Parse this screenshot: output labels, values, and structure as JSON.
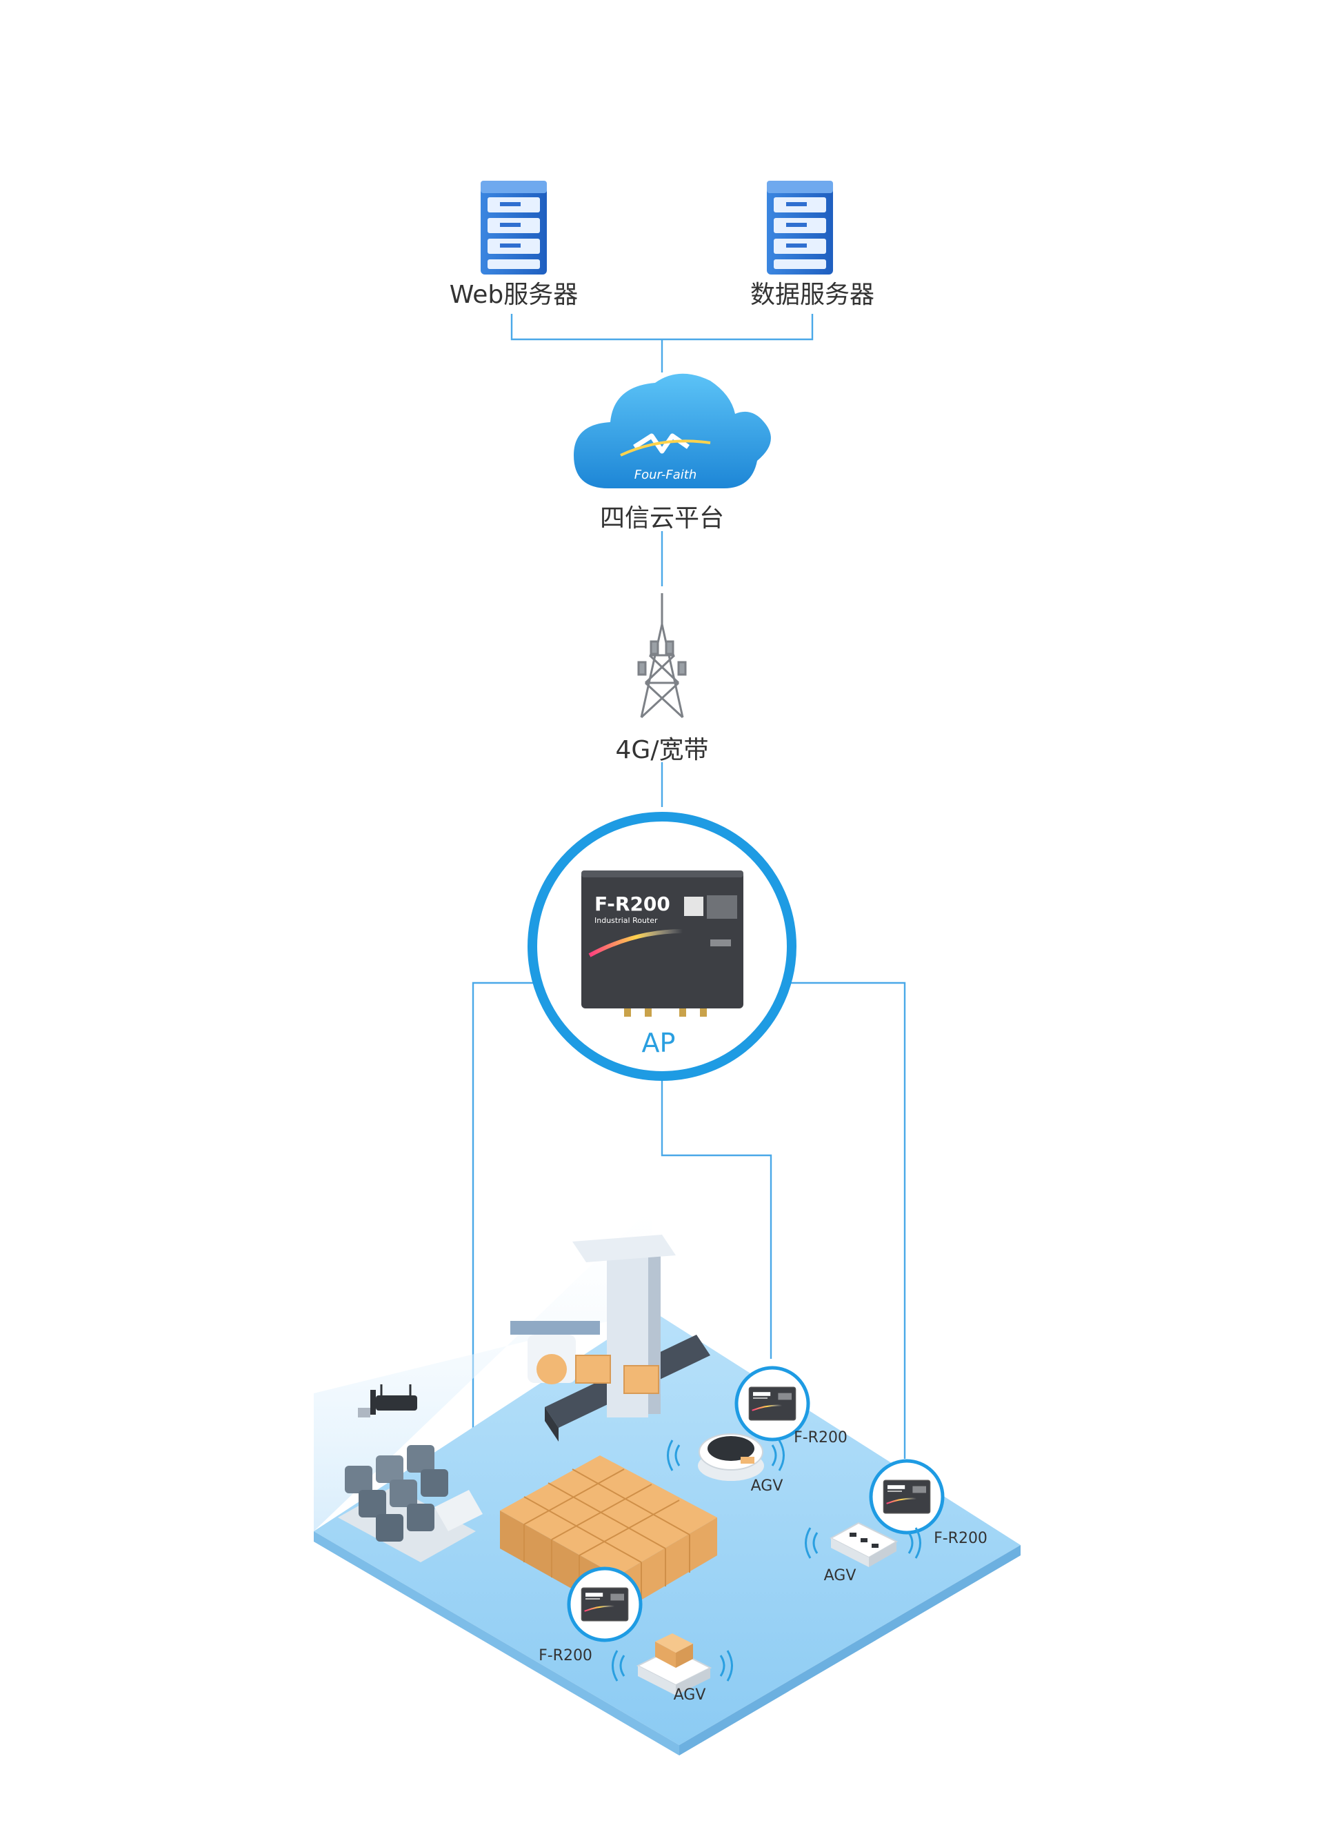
{
  "nodes": {
    "web_server": {
      "label": "Web服务器"
    },
    "data_server": {
      "label": "数据服务器"
    },
    "cloud": {
      "label": "四信云平台",
      "logo_text": "Four-Faith"
    },
    "tower": {
      "label": "4G/宽带"
    },
    "ap": {
      "label": "AP",
      "device_model": "F-R200",
      "device_subtitle": "Industrial Router"
    }
  },
  "clients": [
    {
      "router_label": "F-R200",
      "robot_label": "AGV"
    },
    {
      "router_label": "F-R200",
      "robot_label": "AGV"
    },
    {
      "router_label": "F-R200",
      "robot_label": "AGV"
    }
  ],
  "colors": {
    "line": "#4aa8e8",
    "ap_ring": "#1e9be3",
    "server_blue": "#2f6fd0",
    "cloud_blue": "#2b9be6",
    "floor": "#9fd3f5",
    "box": "#f2b874",
    "router_dark": "#3d3f44"
  },
  "icons": [
    "server-icon",
    "cloud-icon",
    "tower-icon",
    "router-icon",
    "agv-icon",
    "wifi-icon",
    "camera-icon"
  ]
}
